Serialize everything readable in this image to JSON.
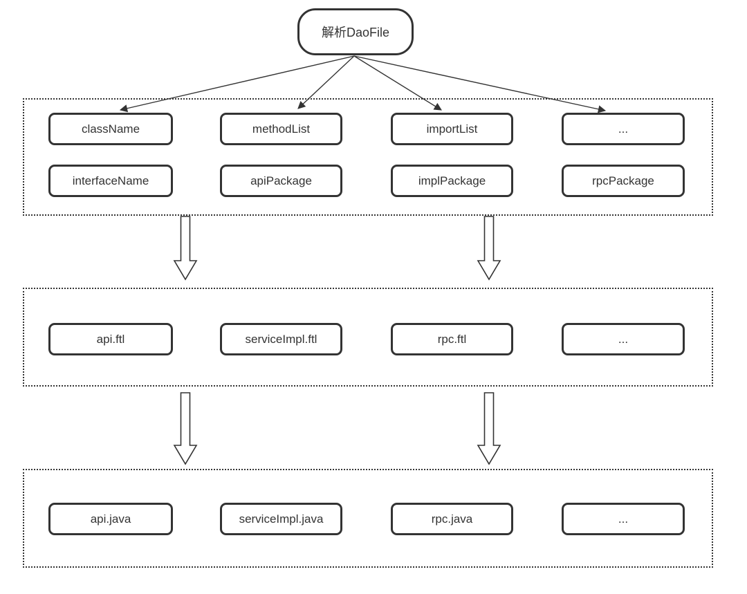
{
  "root": {
    "label": "解析DaoFile"
  },
  "layer1": {
    "row1": [
      "className",
      "methodList",
      "importList",
      "..."
    ],
    "row2": [
      "interfaceName",
      "apiPackage",
      "implPackage",
      "rpcPackage"
    ]
  },
  "layer2": [
    "api.ftl",
    "serviceImpl.ftl",
    "rpc.ftl",
    "..."
  ],
  "layer3": [
    "api.java",
    "serviceImpl.java",
    "rpc.java",
    "..."
  ],
  "colors": {
    "stroke": "#333333",
    "background": "#ffffff",
    "text": "#333333"
  }
}
